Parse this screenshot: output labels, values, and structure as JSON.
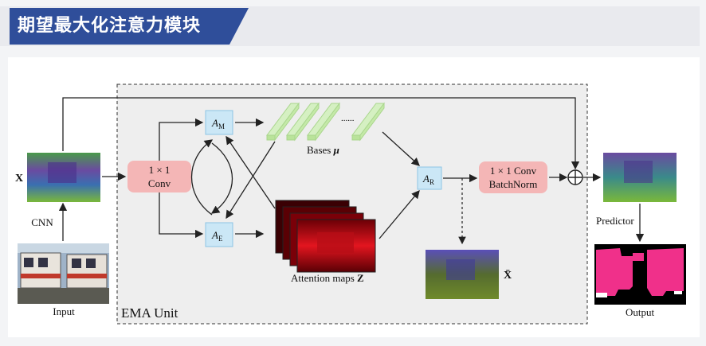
{
  "title": "期望最大化注意力模块",
  "labels": {
    "x_input": "X",
    "cnn": "CNN",
    "input": "Input",
    "conv": [
      "1 × 1",
      "Conv"
    ],
    "am": "A",
    "am_sub": "M",
    "ae": "A",
    "ae_sub": "E",
    "ar": "A",
    "ar_sub": "R",
    "bases": "Bases",
    "bases_sym": "μ",
    "dots": "......",
    "attention": "Attention maps",
    "attention_sym": "Z",
    "conv_bn": [
      "1 × 1 Conv",
      "BatchNorm"
    ],
    "x_hat": "X̄",
    "predictor": "Predictor",
    "output": "Output",
    "ema_unit": "EMA Unit",
    "plus": "⊕"
  },
  "colors": {
    "title_bg": "#2f4e9a",
    "conv_box": "#f4b6b6",
    "a_box": "#cbe7f6",
    "bases": "#d5f0c2",
    "attention": "#c8121b"
  }
}
